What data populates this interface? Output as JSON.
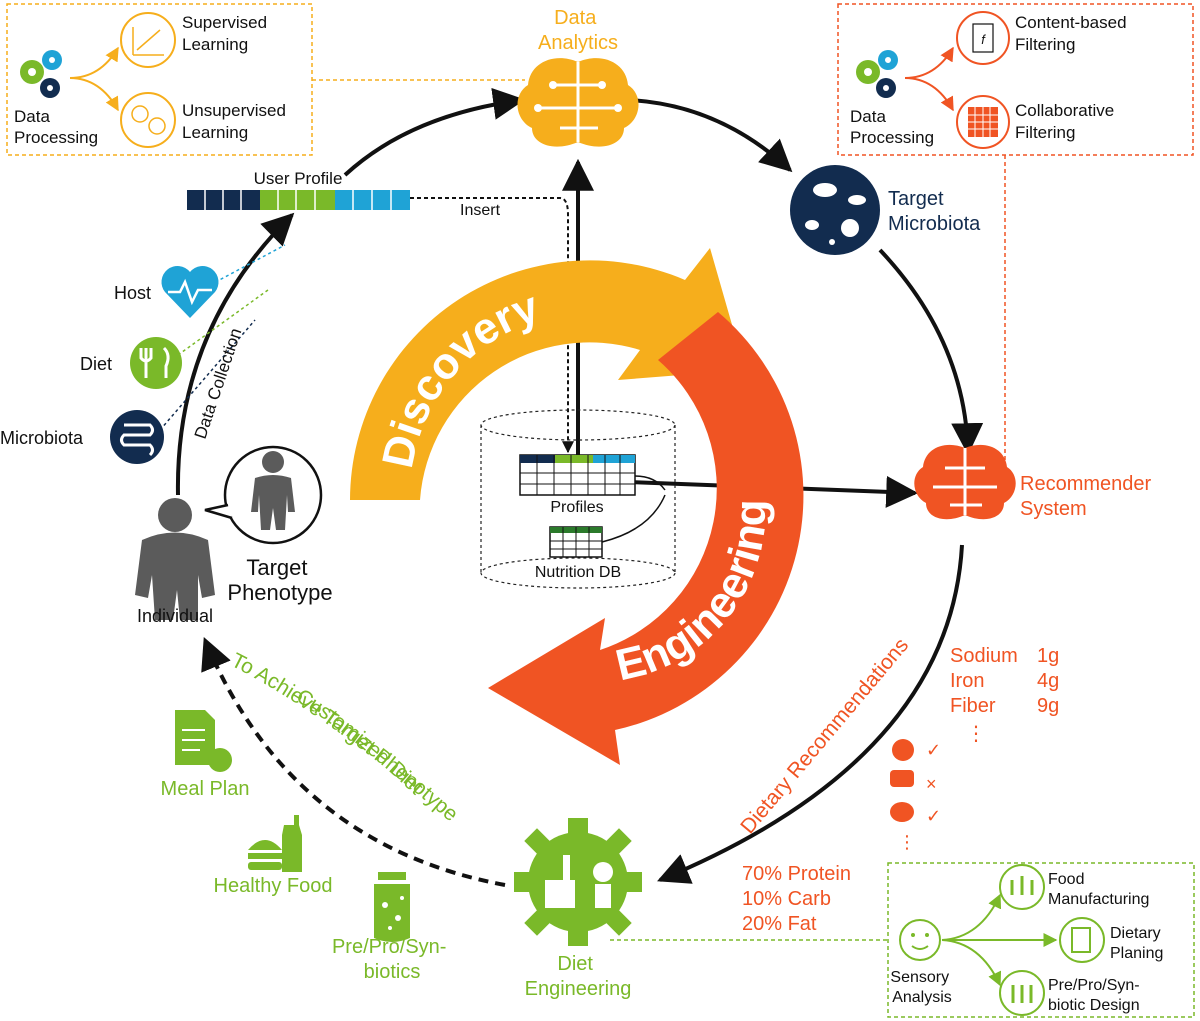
{
  "colors": {
    "orange": "#f6ae1c",
    "red": "#f05423",
    "green": "#7ab929",
    "navy": "#122c4f",
    "blue": "#1fa3d6",
    "gray": "#5b5b5b",
    "black": "#111111"
  },
  "nodes": {
    "analytics": [
      "Data",
      "Analytics"
    ],
    "microbiota": [
      "Target",
      "Microbiota"
    ],
    "recommender": [
      "Recommender",
      "System"
    ],
    "diet_eng": [
      "Diet",
      "Engineering"
    ],
    "individual": "Individual",
    "target_phenotype": [
      "Target",
      "Phenotype"
    ],
    "user_profile": "User Profile",
    "insert": "Insert",
    "data_collection": "Data Collection"
  },
  "inputs": {
    "host": "Host",
    "diet": "Diet",
    "microbiota": "Microbiota"
  },
  "cycle": {
    "discovery": "Discovery",
    "engineering": "Engineering"
  },
  "database": {
    "profiles": "Profiles",
    "nutrition": "Nutrition DB"
  },
  "analytics_box": {
    "processing": [
      "Data",
      "Processing"
    ],
    "supervised": [
      "Supervised",
      "Learning"
    ],
    "unsupervised": [
      "Unsupervised",
      "Learning"
    ]
  },
  "recommender_box": {
    "processing": [
      "Data",
      "Processing"
    ],
    "content": [
      "Content-based",
      "Filtering"
    ],
    "collab": [
      "Collaborative",
      "Filtering"
    ]
  },
  "nutrients": {
    "rows": [
      {
        "name": "Sodium",
        "value": "1g"
      },
      {
        "name": "Iron",
        "value": "4g"
      },
      {
        "name": "Fiber",
        "value": "9g"
      }
    ],
    "ellipsis": "⋮"
  },
  "macros": [
    "70% Protein",
    "10% Carb",
    "20% Fat"
  ],
  "dietary_recommendations": "Dietary Recommendations",
  "customized": [
    "Customized Diet",
    "To Achieve Target Phenotype"
  ],
  "outputs": {
    "meal": "Meal Plan",
    "healthy": "Healthy Food",
    "biotics": [
      "Pre/Pro/Syn-",
      "biotics"
    ]
  },
  "engineering_box": {
    "sensory": [
      "Sensory",
      "Analysis"
    ],
    "manufacturing": [
      "Food",
      "Manufacturing"
    ],
    "planing": [
      "Dietary",
      "Planing"
    ],
    "design": [
      "Pre/Pro/Syn-",
      "biotic Design"
    ]
  },
  "food_marks": [
    "✓",
    "×",
    "✓"
  ],
  "food_ellipsis": "⋮"
}
